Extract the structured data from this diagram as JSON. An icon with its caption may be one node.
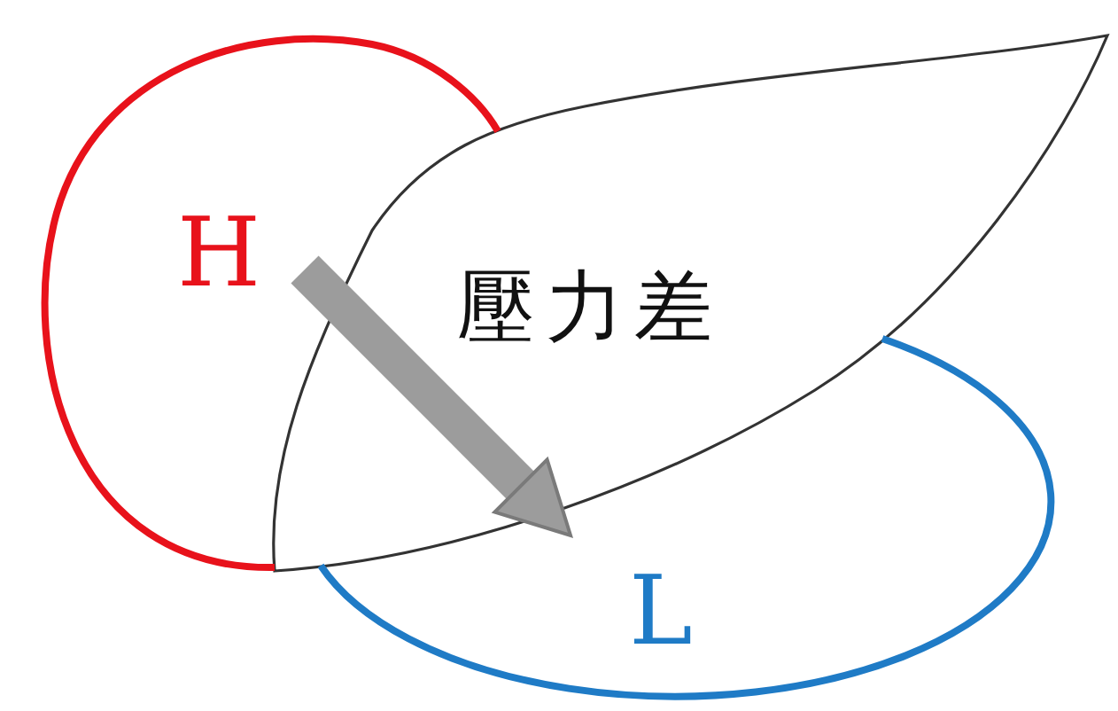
{
  "diagram": {
    "nodes": [
      {
        "text": [
          "H"
        ]
      },
      {
        "text": [
          "L"
        ]
      }
    ],
    "edges": [
      {
        "from": 0,
        "to": 1,
        "arrow": "to",
        "label": "壓力差"
      }
    ]
  }
}
